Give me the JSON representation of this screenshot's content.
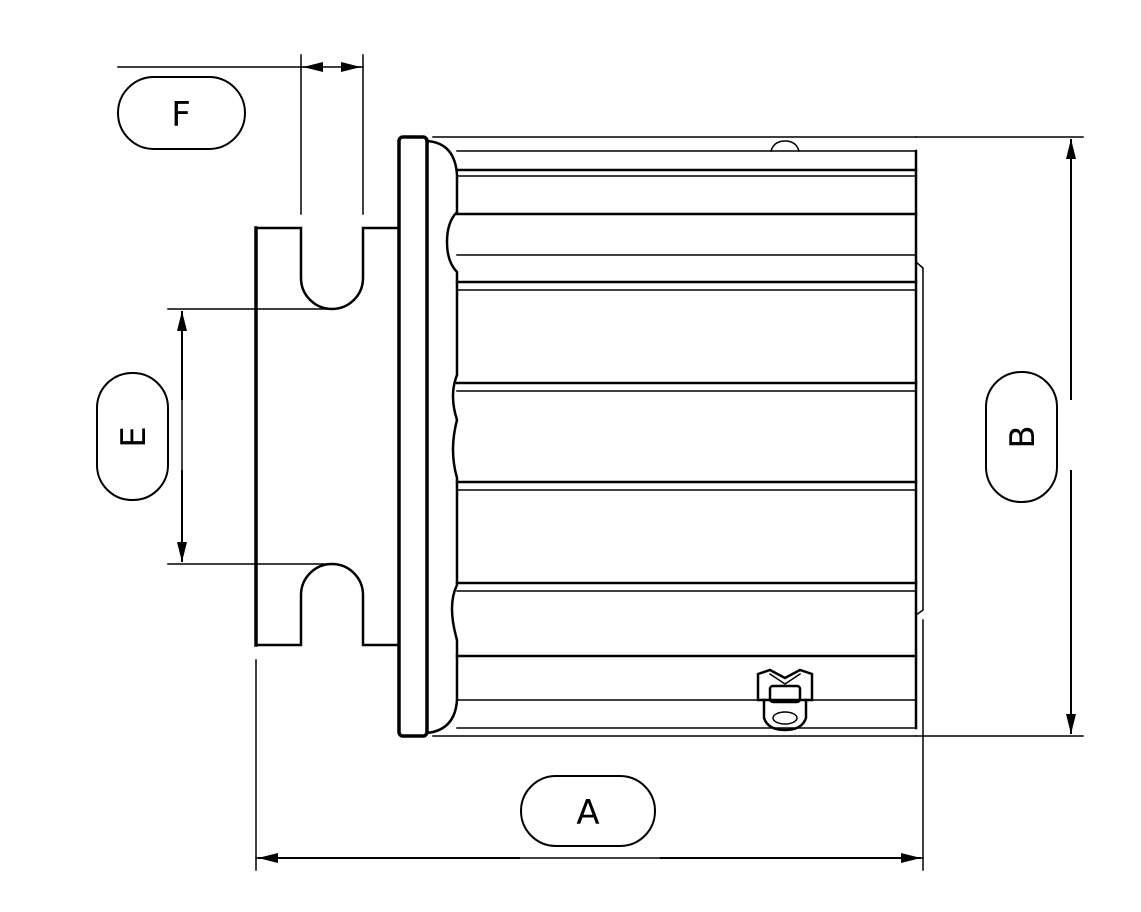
{
  "dimension_labels": {
    "a": "A",
    "b": "B",
    "e": "E",
    "f": "F"
  }
}
